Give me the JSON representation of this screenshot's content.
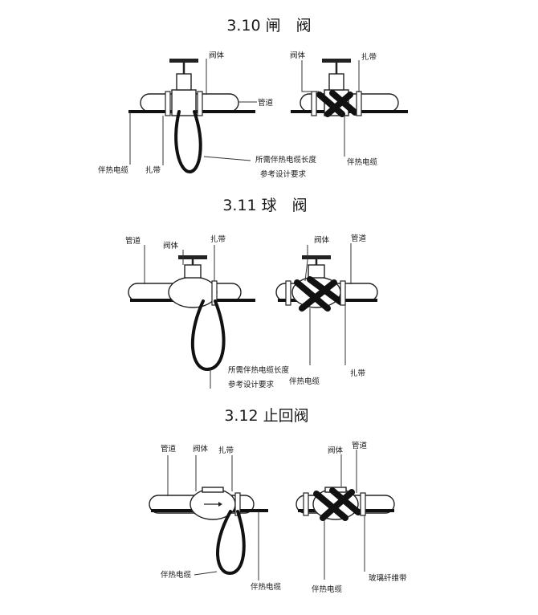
{
  "sections": [
    {
      "title": "3.10  闸　阀",
      "left": {
        "valve_body": "阀体",
        "pipe": "管道",
        "heat_cable": "伴热电缆",
        "strap": "扎带",
        "note_line1": "所需伴热电缆长度",
        "note_line2": "参考设计要求"
      },
      "right": {
        "valve_body": "阀体",
        "strap": "扎带",
        "heat_cable": "伴热电缆"
      }
    },
    {
      "title": "3.11  球　阀",
      "left": {
        "pipe": "管道",
        "valve_body": "阀体",
        "strap": "扎带",
        "note_line1": "所需伴热电缆长度",
        "note_line2": "参考设计要求"
      },
      "right": {
        "valve_body": "阀体",
        "pipe": "管道",
        "heat_cable": "伴热电缆",
        "strap": "扎带"
      }
    },
    {
      "title": "3.12  止回阀",
      "left": {
        "pipe": "管道",
        "valve_body": "阀体",
        "strap": "扎带",
        "heat_cable_a": "伴热电缆",
        "heat_cable_b": "伴热电缆"
      },
      "right": {
        "valve_body": "阀体",
        "pipe": "管道",
        "heat_cable": "伴热电缆",
        "glass_tape": "玻璃纤维带"
      }
    }
  ]
}
